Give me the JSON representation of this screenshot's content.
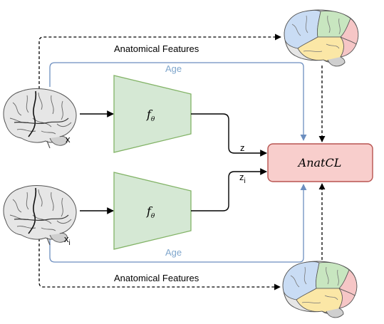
{
  "inputs": {
    "x_label": "x",
    "xi_label": "x",
    "xi_sub": "i"
  },
  "features": {
    "top_label": "Anatomical Features",
    "bottom_label": "Anatomical Features"
  },
  "age": {
    "top_label": "Age",
    "bottom_label": "Age"
  },
  "encoder": {
    "top_symbol": "f",
    "top_sub": "θ",
    "bottom_symbol": "f",
    "bottom_sub": "θ"
  },
  "embeddings": {
    "z_label": "z",
    "zi_label": "z",
    "zi_sub": "i"
  },
  "loss": {
    "label": "AnatCL"
  },
  "colors": {
    "encoder_fill": "#d5e8d4",
    "encoder_stroke": "#82b366",
    "loss_fill": "#f8cecc",
    "loss_stroke": "#b85450",
    "age_line": "#6c8ebf",
    "age_text": "#7fa6cc",
    "brain_gray": "#e6e6e6",
    "parcel_blue": "#c9dcf4",
    "parcel_green": "#c8e6c0",
    "parcel_yellow": "#fbe7a6",
    "parcel_pink": "#f6c6c6"
  },
  "icons": [
    "brain-icon",
    "parcellated-brain-icon"
  ]
}
